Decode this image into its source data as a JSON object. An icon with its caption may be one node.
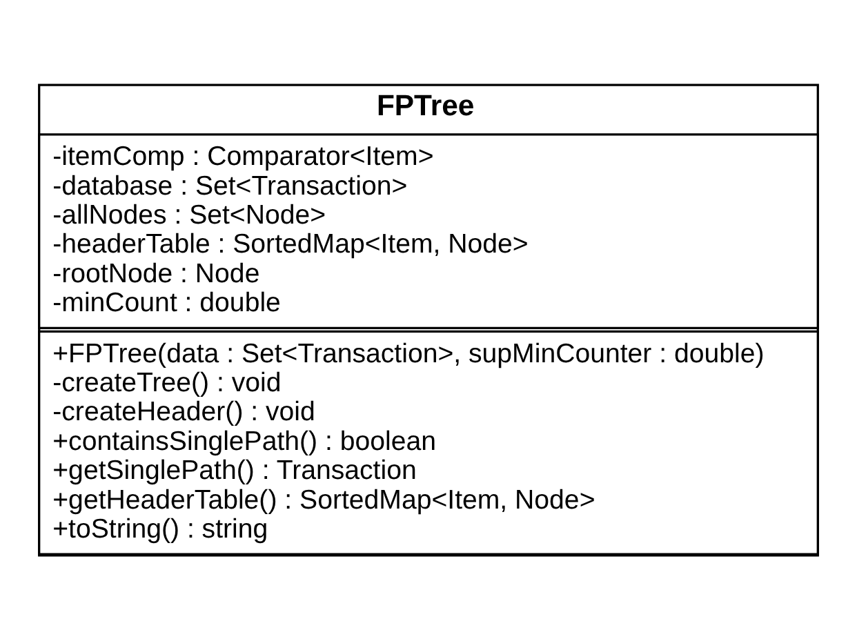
{
  "diagram": {
    "nodes": [
      {
        "text": [
          "FPTree"
        ]
      },
      {
        "text": [
          "-itemComp : Comparator<Item>",
          "-database : Set<Transaction>",
          "-allNodes : Set<Node>",
          "-headerTable : SortedMap<Item, Node>",
          "-rootNode : Node",
          "-minCount : double"
        ],
        "in": 0
      },
      {
        "text": [
          "+FPTree(data : Set<Transaction>, supMinCounter : double)",
          "-createTree() : void",
          "-createHeader() : void",
          "+containsSinglePath() : boolean",
          "+getSinglePath() : Transaction",
          "+getHeaderTable() : SortedMap<Item, Node>",
          "+toString() : string"
        ],
        "in": 0
      }
    ]
  }
}
